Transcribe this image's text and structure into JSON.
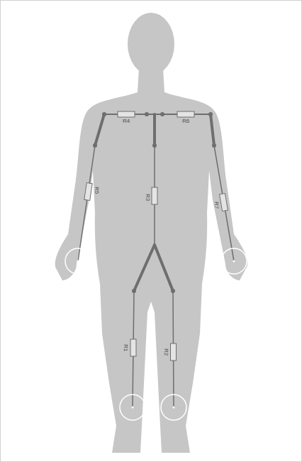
{
  "diagram": {
    "labels": [
      "R4",
      "R6",
      "R5",
      "R3",
      "R7",
      "R1",
      "R2"
    ]
  }
}
